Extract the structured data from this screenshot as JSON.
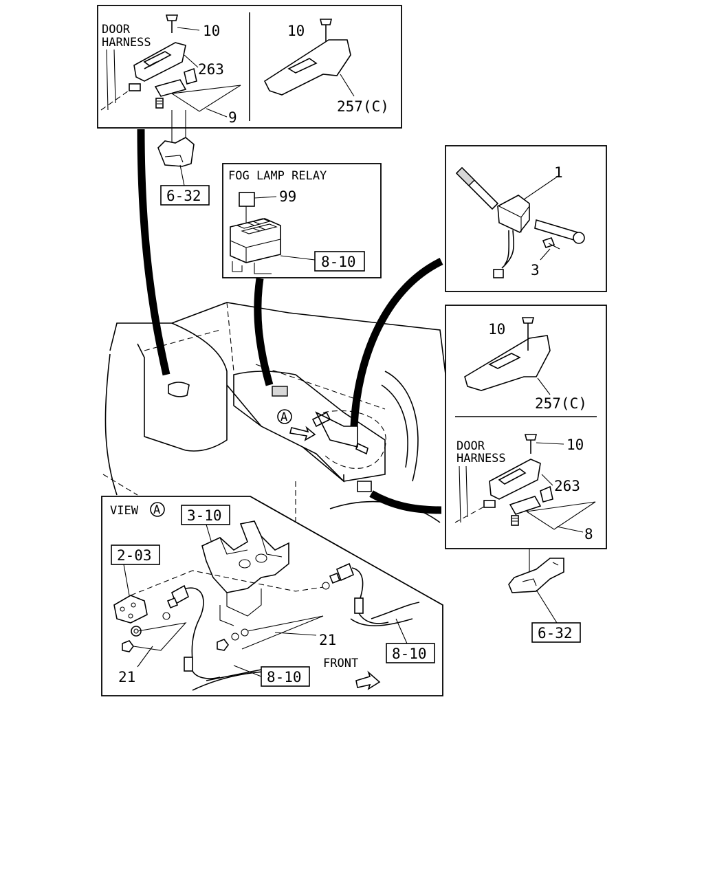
{
  "labels": {
    "door_harness_1": "DOOR",
    "door_harness_2": "HARNESS",
    "door_harness_b1": "DOOR",
    "door_harness_b2": "HARNESS",
    "fog_lamp_relay": "FOG LAMP RELAY",
    "view_a": "VIEW",
    "view_a_circle": "A",
    "car_a_circle": "A",
    "front": "FRONT"
  },
  "callouts": {
    "tl_10": "10",
    "tl_263": "263",
    "tl_9": "9",
    "tr_10": "10",
    "tr_257": "257(C)",
    "fog_99": "99",
    "sw_1": "1",
    "sw_3": "3",
    "mr_10": "10",
    "mr_257": "257(C)",
    "br_10": "10",
    "br_263": "263",
    "br_8": "8",
    "va_21a": "21",
    "va_21b": "21"
  },
  "refs": {
    "ref_632_top": "6-32",
    "ref_810_fog": "8-10",
    "ref_632_right": "6-32",
    "ref_310": "3-10",
    "ref_203": "2-03",
    "ref_810_a": "8-10",
    "ref_810_b": "8-10"
  }
}
